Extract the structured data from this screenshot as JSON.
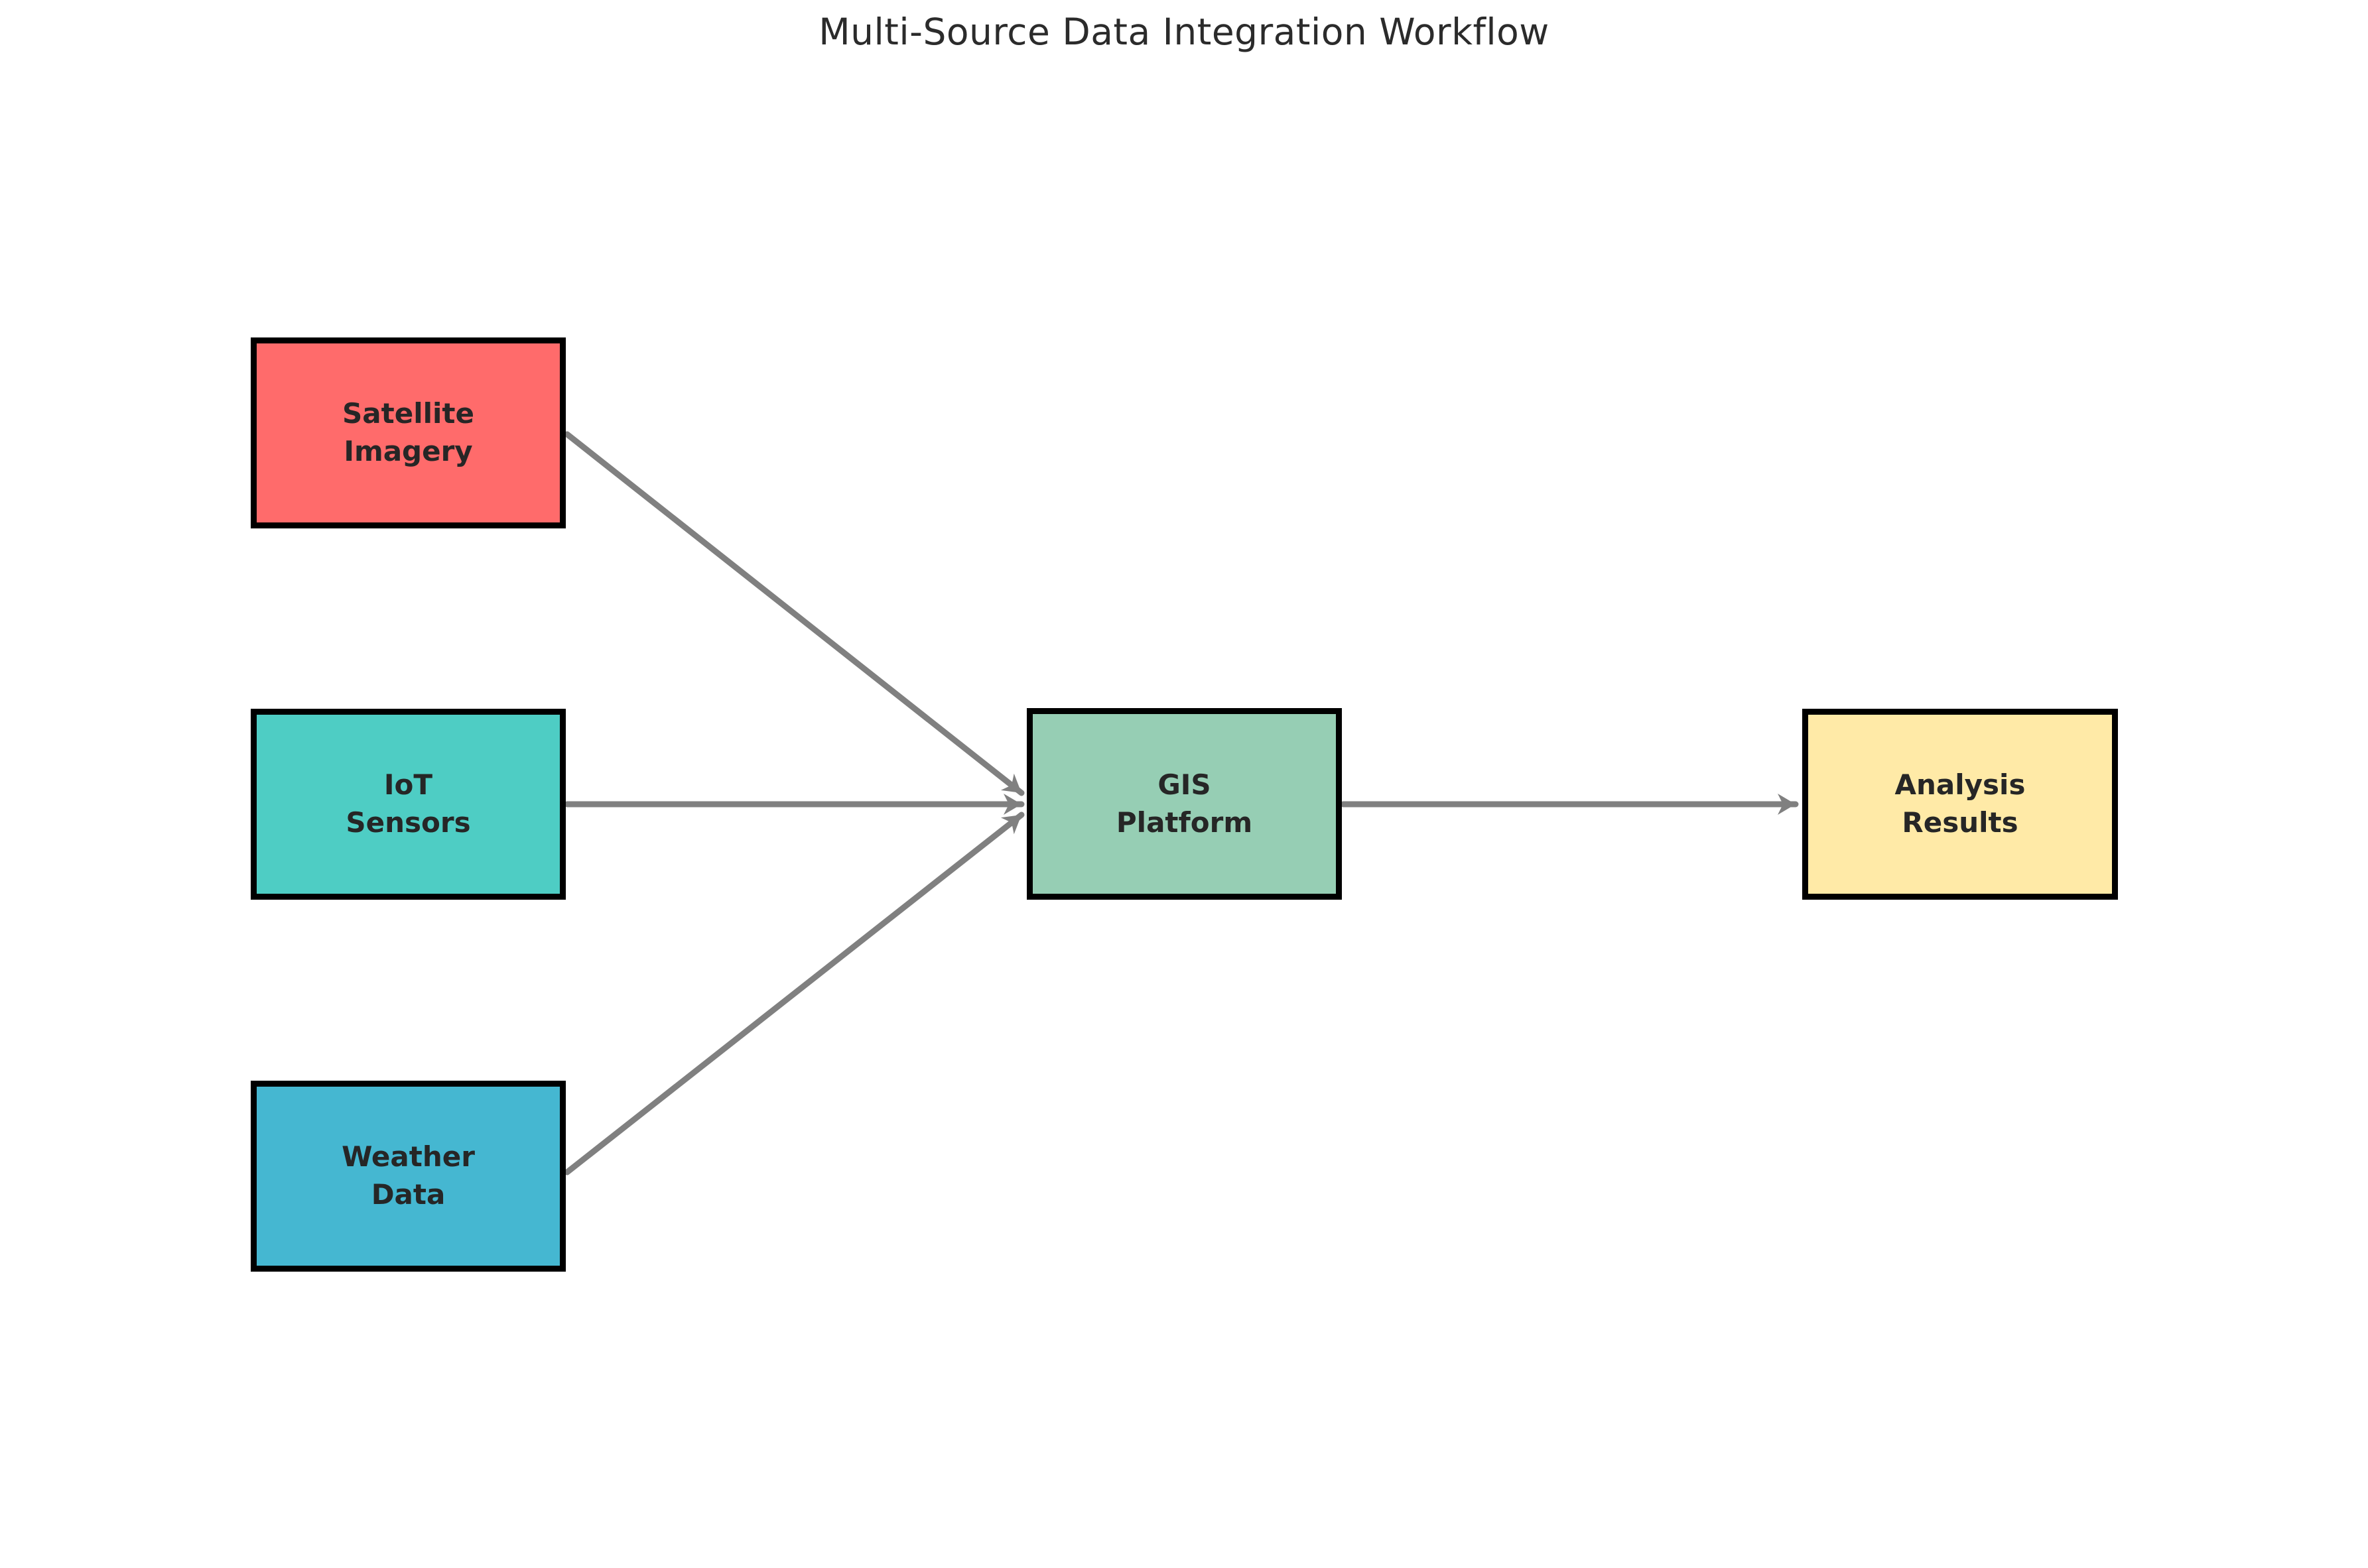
{
  "title": "Multi-Source Data Integration Workflow",
  "palette": {
    "background": "#ffffff",
    "node_border": "#000000",
    "arrow": "#808080",
    "title_text": "#2b2b2b",
    "node_text": "#262626"
  },
  "nodes": {
    "satellite": {
      "line1": "Satellite",
      "line2": "Imagery",
      "fill": "#FF6B6B"
    },
    "iot": {
      "line1": "IoT",
      "line2": "Sensors",
      "fill": "#4ECDC4"
    },
    "weather": {
      "line1": "Weather",
      "line2": "Data",
      "fill": "#45B7D1"
    },
    "gis": {
      "line1": "GIS",
      "line2": "Platform",
      "fill": "#96CEB4"
    },
    "analysis": {
      "line1": "Analysis",
      "line2": "Results",
      "fill": "#FFEAA7"
    }
  },
  "edges": [
    {
      "from": "Satellite Imagery",
      "to": "GIS Platform"
    },
    {
      "from": "IoT Sensors",
      "to": "GIS Platform"
    },
    {
      "from": "Weather Data",
      "to": "GIS Platform"
    },
    {
      "from": "GIS Platform",
      "to": "Analysis Results"
    }
  ]
}
